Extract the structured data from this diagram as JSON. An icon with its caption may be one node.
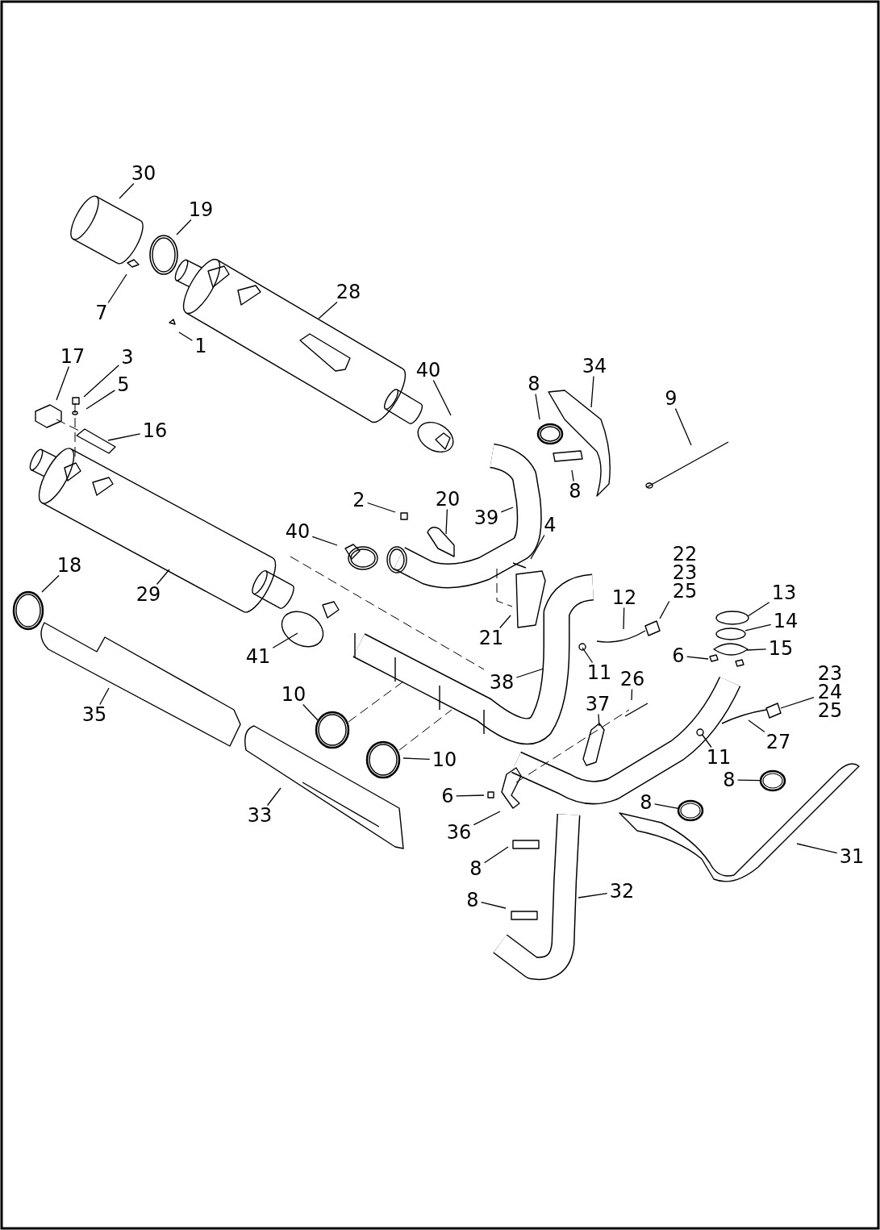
{
  "diagram": {
    "nodes": [
      {
        "text": [
          "30"
        ]
      },
      {
        "text": [
          "19"
        ]
      },
      {
        "text": [
          "7"
        ]
      },
      {
        "text": [
          "28"
        ]
      },
      {
        "text": [
          "1"
        ]
      },
      {
        "text": [
          "17"
        ]
      },
      {
        "text": [
          "3"
        ]
      },
      {
        "text": [
          "5"
        ]
      },
      {
        "text": [
          "16"
        ]
      },
      {
        "text": [
          "40"
        ]
      },
      {
        "text": [
          "8"
        ]
      },
      {
        "text": [
          "34"
        ]
      },
      {
        "text": [
          "9"
        ]
      },
      {
        "text": [
          "8"
        ]
      },
      {
        "text": [
          "2"
        ]
      },
      {
        "text": [
          "20"
        ]
      },
      {
        "text": [
          "39"
        ]
      },
      {
        "text": [
          "40"
        ]
      },
      {
        "text": [
          "4"
        ]
      },
      {
        "text": [
          "18"
        ]
      },
      {
        "text": [
          "29"
        ]
      },
      {
        "text": [
          "22 23 25"
        ]
      },
      {
        "text": [
          "12"
        ]
      },
      {
        "text": [
          "13"
        ]
      },
      {
        "text": [
          "14"
        ]
      },
      {
        "text": [
          "21"
        ]
      },
      {
        "text": [
          "15"
        ]
      },
      {
        "text": [
          "41"
        ]
      },
      {
        "text": [
          "6"
        ]
      },
      {
        "text": [
          "38"
        ]
      },
      {
        "text": [
          "11"
        ]
      },
      {
        "text": [
          "26"
        ]
      },
      {
        "text": [
          "23 24 25"
        ]
      },
      {
        "text": [
          "10"
        ]
      },
      {
        "text": [
          "37"
        ]
      },
      {
        "text": [
          "35"
        ]
      },
      {
        "text": [
          "27"
        ]
      },
      {
        "text": [
          "11"
        ]
      },
      {
        "text": [
          "10"
        ]
      },
      {
        "text": [
          "8"
        ]
      },
      {
        "text": [
          "6"
        ]
      },
      {
        "text": [
          "8"
        ]
      },
      {
        "text": [
          "33"
        ]
      },
      {
        "text": [
          "36"
        ]
      },
      {
        "text": [
          "31"
        ]
      },
      {
        "text": [
          "8"
        ]
      },
      {
        "text": [
          "32"
        ]
      },
      {
        "text": [
          "8"
        ]
      },
      {
        "text": [],
        "shape": "circle"
      },
      {
        "text": [],
        "shape": "box"
      },
      {
        "text": [],
        "shape": "circle"
      },
      {
        "text": [],
        "shape": "circle"
      }
    ],
    "edges": [
      {
        "from": 0,
        "to": null,
        "arrow": "none"
      },
      {
        "from": 1,
        "to": null,
        "arrow": "none"
      },
      {
        "from": 2,
        "to": null,
        "arrow": "none"
      },
      {
        "from": 3,
        "to": null,
        "arrow": "none"
      },
      {
        "from": 4,
        "to": null,
        "arrow": "none"
      },
      {
        "from": 5,
        "to": null,
        "arrow": "none"
      },
      {
        "from": 6,
        "to": null,
        "arrow": "none"
      },
      {
        "from": 7,
        "to": null,
        "arrow": "none"
      },
      {
        "from": 8,
        "to": null,
        "arrow": "none"
      },
      {
        "from": 9,
        "to": null,
        "arrow": "none"
      },
      {
        "from": 10,
        "to": null,
        "arrow": "none"
      },
      {
        "from": 11,
        "to": null,
        "arrow": "none"
      },
      {
        "from": 12,
        "to": null,
        "arrow": "none"
      },
      {
        "from": 13,
        "to": null,
        "arrow": "none"
      },
      {
        "from": 14,
        "to": null,
        "arrow": "none"
      },
      {
        "from": 15,
        "to": null,
        "arrow": "none"
      },
      {
        "from": 16,
        "to": null,
        "arrow": "none"
      },
      {
        "from": 17,
        "to": null,
        "arrow": "none"
      },
      {
        "from": 18,
        "to": null,
        "arrow": "none"
      },
      {
        "from": 19,
        "to": null,
        "arrow": "none"
      },
      {
        "from": 20,
        "to": null,
        "arrow": "none"
      },
      {
        "from": 21,
        "to": null,
        "arrow": "none"
      },
      {
        "from": 22,
        "to": null,
        "arrow": "none"
      },
      {
        "from": 23,
        "to": null,
        "arrow": "none"
      },
      {
        "from": 24,
        "to": 48,
        "arrow": "none"
      },
      {
        "from": 25,
        "to": null,
        "arrow": "none"
      },
      {
        "from": 26,
        "to": null,
        "arrow": "none"
      },
      {
        "from": 27,
        "to": null,
        "arrow": "none"
      },
      {
        "from": 28,
        "to": null,
        "arrow": "none"
      },
      {
        "from": 29,
        "to": null,
        "arrow": "none"
      },
      {
        "from": 30,
        "to": null,
        "arrow": "none"
      },
      {
        "from": 31,
        "to": null,
        "arrow": "none"
      },
      {
        "from": 32,
        "to": 49,
        "arrow": "none"
      },
      {
        "from": 33,
        "to": null,
        "arrow": "none"
      },
      {
        "from": 34,
        "to": null,
        "arrow": "none"
      },
      {
        "from": 35,
        "to": null,
        "arrow": "none"
      },
      {
        "from": 36,
        "to": null,
        "arrow": "none"
      },
      {
        "from": 37,
        "to": null,
        "arrow": "none"
      },
      {
        "from": 38,
        "to": null,
        "arrow": "none"
      },
      {
        "from": 39,
        "to": 50,
        "arrow": "none"
      },
      {
        "from": 40,
        "to": null,
        "arrow": "none"
      },
      {
        "from": 41,
        "to": 51,
        "arrow": "none"
      },
      {
        "from": 42,
        "to": null,
        "arrow": "none"
      },
      {
        "from": 43,
        "to": null,
        "arrow": "none"
      },
      {
        "from": 44,
        "to": null,
        "arrow": "none"
      },
      {
        "from": 45,
        "to": null,
        "arrow": "none"
      },
      {
        "from": 46,
        "to": null,
        "arrow": "none"
      },
      {
        "from": 47,
        "to": null,
        "arrow": "none"
      }
    ]
  }
}
